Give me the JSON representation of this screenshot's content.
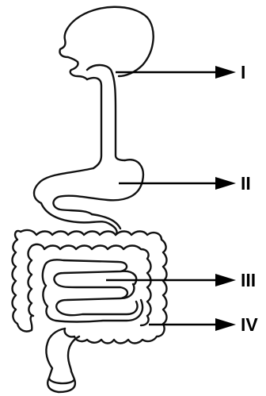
{
  "labels": {
    "esophagus": "I",
    "stomach": "II",
    "small_intestine": "III",
    "large_intestine": "IV"
  }
}
